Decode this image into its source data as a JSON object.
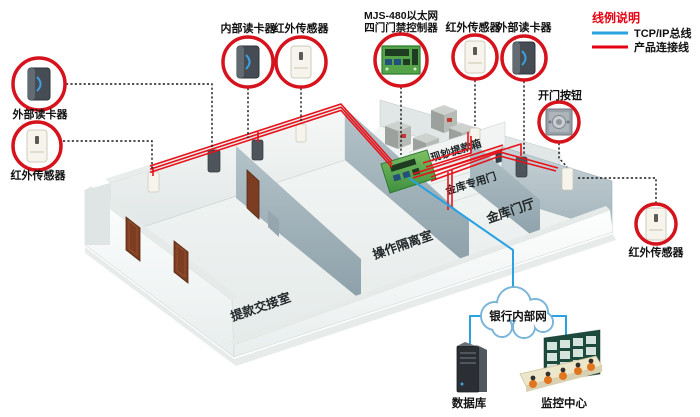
{
  "legend": {
    "title": "线例说明",
    "items": [
      {
        "label": "TCP/IP总线",
        "color": "#2aa2e2"
      },
      {
        "label": "产品连接线",
        "color": "#e60012"
      }
    ]
  },
  "colors": {
    "wire_red": "#e8121b",
    "wire_blue": "#2aa2e2",
    "ring_red": "#d6131c"
  },
  "callouts": [
    {
      "id": "ext-reader-left",
      "label": "外部读卡器",
      "device": "card-reader"
    },
    {
      "id": "ir-sensor-left",
      "label": "红外传感器",
      "device": "ir-sensor"
    },
    {
      "id": "int-reader-top",
      "label": "内部读卡器",
      "device": "card-reader"
    },
    {
      "id": "ir-sensor-top1",
      "label": "红外传感器",
      "device": "ir-sensor"
    },
    {
      "id": "controller",
      "label_line1": "MJS-480以太网",
      "label_line2": "四门门禁控制器",
      "device": "controller-board"
    },
    {
      "id": "ir-sensor-top2",
      "label": "红外传感器",
      "device": "ir-sensor"
    },
    {
      "id": "ext-reader-top",
      "label": "外部读卡器",
      "device": "card-reader"
    },
    {
      "id": "door-button",
      "label": "开门按钮",
      "device": "exit-button"
    },
    {
      "id": "ir-sensor-right",
      "label": "红外传感器",
      "device": "ir-sensor"
    }
  ],
  "rooms": [
    {
      "id": "cash-handover",
      "label": "提款交接室"
    },
    {
      "id": "operation-isolation",
      "label": "操作隔离室"
    },
    {
      "id": "vault-lobby",
      "label": "金库门厅"
    },
    {
      "id": "cash-box-area",
      "label": "现钞提款箱"
    },
    {
      "id": "vault-door",
      "label": "金库专用门"
    }
  ],
  "network": {
    "cloud_label": "银行内部网",
    "database_label": "数据库",
    "monitor_label": "监控中心"
  }
}
